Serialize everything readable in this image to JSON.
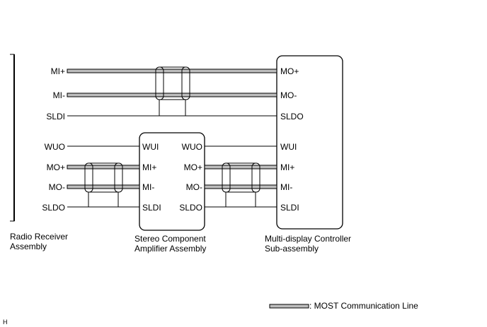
{
  "colors": {
    "line": "#000000",
    "most_line_fill": "#bdbdbd",
    "background": "#ffffff"
  },
  "components": {
    "radio": {
      "line1": "Radio Receiver",
      "line2": "Assembly"
    },
    "amp": {
      "line1": "Stereo Component",
      "line2": "Amplifier Assembly"
    },
    "controller": {
      "line1": "Multi-display Controller",
      "line2": "Sub-assembly"
    }
  },
  "pins": {
    "radio": {
      "mi_plus": "MI+",
      "mi_minus": "MI-",
      "sldi": "SLDI",
      "wuo": "WUO",
      "mo_plus": "MO+",
      "mo_minus": "MO-",
      "sldo": "SLDO"
    },
    "amp_left": {
      "wui": "WUI",
      "mi_plus": "MI+",
      "mi_minus": "MI-",
      "sldi": "SLDI"
    },
    "amp_right": {
      "wuo": "WUO",
      "mo_plus": "MO+",
      "mo_minus": "MO-",
      "sldo": "SLDO"
    },
    "controller": {
      "mo_plus": "MO+",
      "mo_minus": "MO-",
      "sldo": "SLDO",
      "wui": "WUI",
      "mi_plus": "MI+",
      "mi_minus": "MI-",
      "sldi": "SLDI"
    }
  },
  "legend": {
    "label": ": MOST Communication Line"
  },
  "footer": {
    "code": "H"
  }
}
